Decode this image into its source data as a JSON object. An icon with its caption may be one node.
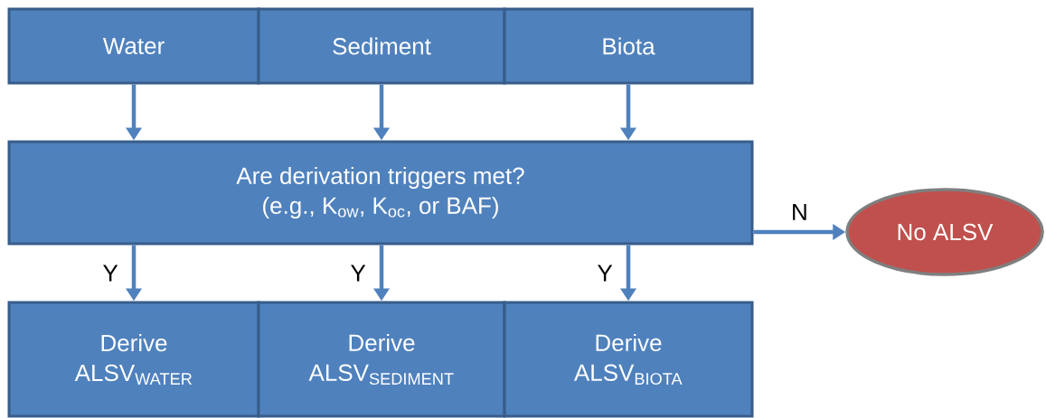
{
  "diagram": {
    "nodes": [
      {
        "text": [
          "Water"
        ]
      },
      {
        "text": [
          "Sediment"
        ]
      },
      {
        "text": [
          "Biota"
        ]
      },
      {
        "text": [
          "Are derivation triggers met?",
          "(e.g., K$_{ow}$, K$_{oc}$, or BAF)"
        ]
      },
      {
        "text": [
          "No ALSV"
        ]
      },
      {
        "text": [
          "Derive",
          "ALSV$_{WATER}$"
        ]
      },
      {
        "text": [
          "Derive",
          "ALSV$_{SEDIMENT}$"
        ]
      },
      {
        "text": [
          "Derive",
          "ALSV$_{BIOTA}$"
        ]
      }
    ],
    "edges": [
      {
        "from": 0,
        "to": 3,
        "arrow": "to"
      },
      {
        "from": 1,
        "to": 3,
        "arrow": "to"
      },
      {
        "from": 2,
        "to": 3,
        "arrow": "to"
      },
      {
        "from": 3,
        "to": 4,
        "arrow": "to",
        "label": "N"
      },
      {
        "from": 3,
        "to": 5,
        "arrow": "to",
        "label": "Y"
      },
      {
        "from": 3,
        "to": 6,
        "arrow": "to",
        "label": "Y"
      },
      {
        "from": 3,
        "to": 7,
        "arrow": "to",
        "label": "Y"
      }
    ]
  }
}
